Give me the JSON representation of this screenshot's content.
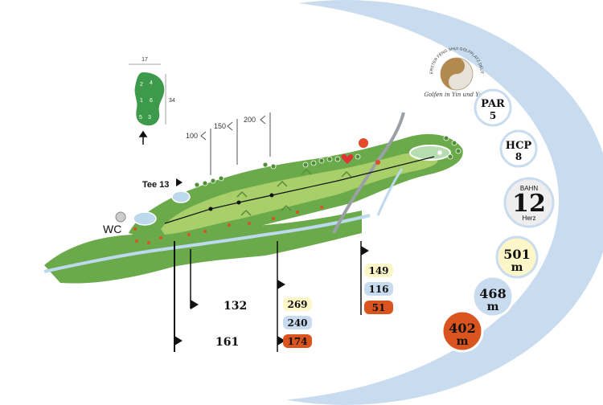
{
  "logo": {
    "ring_text": "ERSTER FENG SHUI GOLFPLATZ DEUTSCHLANDS",
    "tagline": "Golfen in Yin und Yang"
  },
  "hole_info": {
    "par_label": "PAR",
    "par_value": "5",
    "hcp_label": "HCP",
    "hcp_value": "8",
    "bahn_label": "BAHN",
    "bahn_number": "12",
    "bahn_sub": "Herz"
  },
  "lengths": [
    {
      "value": "501",
      "unit": "m",
      "color": "#fdf6c9"
    },
    {
      "value": "468",
      "unit": "m",
      "color": "#c9dcef"
    },
    {
      "value": "402",
      "unit": "m",
      "color": "#d9541e"
    }
  ],
  "green_diagram": {
    "width_label": "17",
    "depth_label": "34",
    "sections": [
      "2",
      "4",
      "1",
      "6",
      "5",
      "3"
    ]
  },
  "map_labels": {
    "tee_label": "Tee 13",
    "wc_label": "WC",
    "marker_100": "100",
    "marker_150": "150",
    "marker_200": "200"
  },
  "distances": {
    "row1_left": "132",
    "row1_pill": "269",
    "row2_pill": "240",
    "row3_left": "161",
    "row3_pill": "174",
    "right_top": "149",
    "right_mid": "116",
    "right_bot": "51"
  },
  "colors": {
    "yellow_tee": "#fdf6c9",
    "blue_tee": "#c9dcef",
    "red_tee": "#d9541e",
    "rough": "#6aaa4a",
    "fairway": "#a8cf6a",
    "water": "#bcd9ee"
  }
}
